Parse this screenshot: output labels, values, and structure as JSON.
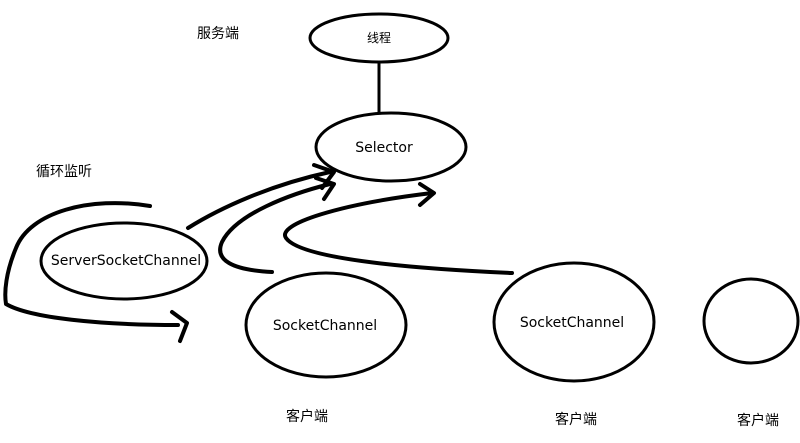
{
  "diagram": {
    "server_title": "服务端",
    "loop_label": "循环监听",
    "nodes": {
      "thread": "线程",
      "selector": "Selector",
      "server_socket_channel": "ServerSocketChannel",
      "socket_channel_1": "SocketChannel",
      "socket_channel_2": "SocketChannel"
    },
    "clients": {
      "client_1": "客户端",
      "client_2": "客户端",
      "client_3": "客户端"
    }
  }
}
